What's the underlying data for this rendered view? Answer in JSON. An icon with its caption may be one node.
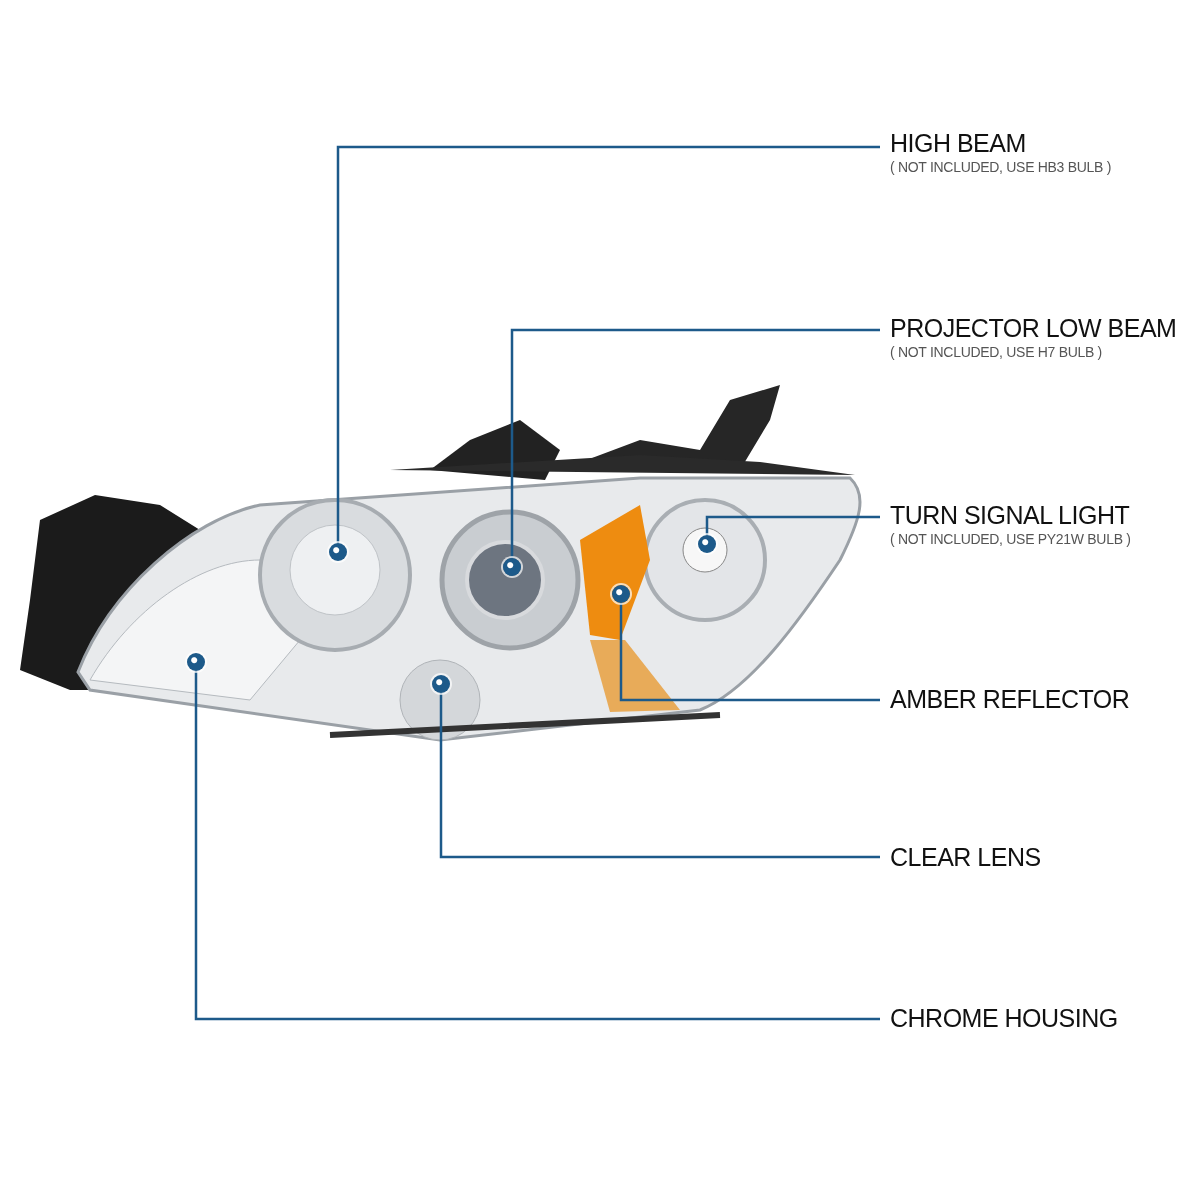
{
  "diagram": {
    "nodes": [
      {
        "text": [
          "HIGH BEAM",
          "( NOT INCLUDED, USE HB3 BULB )"
        ]
      },
      {
        "text": [
          "PROJECTOR LOW BEAM",
          "( NOT INCLUDED, USE H7 BULB )"
        ]
      },
      {
        "text": [
          "TURN SIGNAL LIGHT",
          "( NOT INCLUDED, USE PY21W BULB )"
        ]
      },
      {
        "text": [
          "AMBER REFLECTOR"
        ]
      },
      {
        "text": [
          "CLEAR LENS"
        ]
      },
      {
        "text": [
          "CHROME HOUSING"
        ]
      },
      {
        "text": [],
        "shape": "circle"
      },
      {
        "text": [],
        "shape": "circle"
      },
      {
        "text": [],
        "shape": "circle"
      },
      {
        "text": [],
        "shape": "circle"
      },
      {
        "text": [],
        "shape": "circle"
      },
      {
        "text": [],
        "shape": "circle"
      }
    ],
    "edges": [
      {
        "from": 0,
        "to": 7,
        "arrow": "none"
      },
      {
        "from": 1,
        "to": 9,
        "arrow": "none"
      },
      {
        "from": 2,
        "to": 11,
        "arrow": "none"
      },
      {
        "from": 3,
        "to": 10,
        "arrow": "none"
      },
      {
        "from": 4,
        "to": 8,
        "arrow": "none"
      },
      {
        "from": 5,
        "to": 6,
        "arrow": "none"
      }
    ]
  }
}
